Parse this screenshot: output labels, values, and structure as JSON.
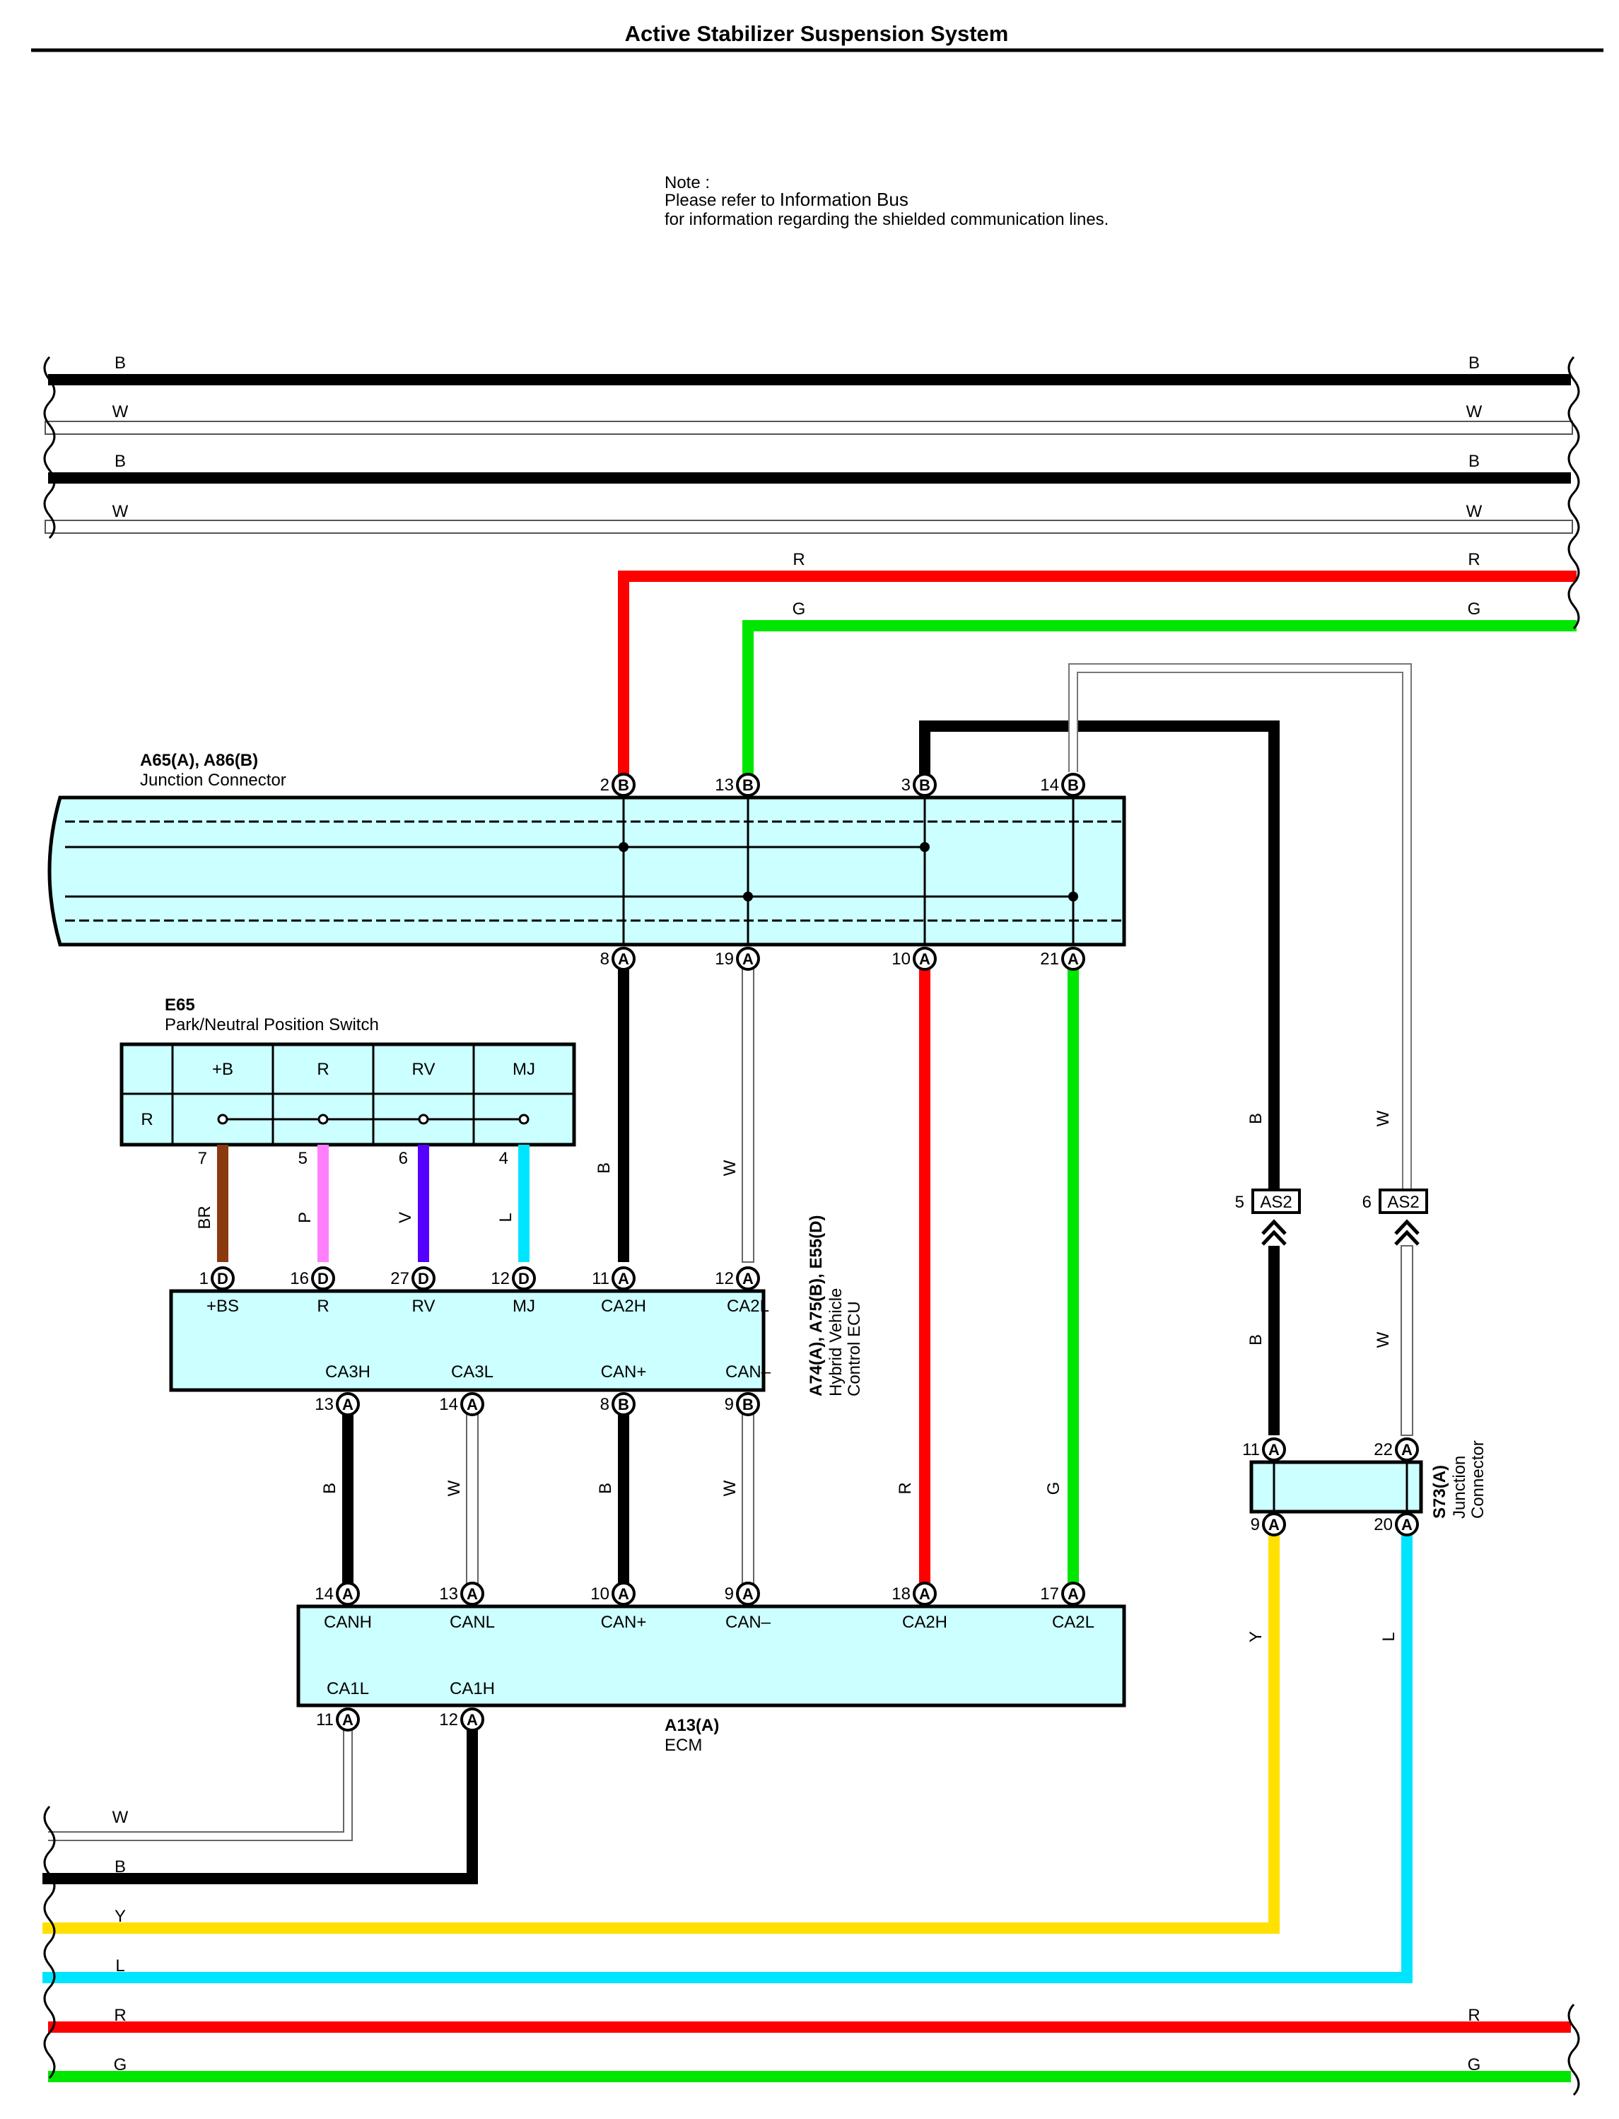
{
  "title": "Active Stabilizer Suspension System",
  "note": {
    "line1": "Note :",
    "line2_prefix": "Please refer to ",
    "line2_link": "Information Bus",
    "line3": "for information regarding the shielded communication lines."
  },
  "colors": {
    "B": "#000000",
    "W": "#ffffff",
    "R": "#ff0000",
    "G": "#00e600",
    "Y": "#ffe000",
    "L": "#00e5ff",
    "BR": "#8b3a0f",
    "P": "#ff7fff",
    "V": "#5500ff",
    "connector_fill": "#ccffff"
  },
  "top_wires": [
    "B",
    "W",
    "B",
    "W",
    "R",
    "G"
  ],
  "bottom_wires": [
    "W",
    "B",
    "Y",
    "L",
    "R",
    "G"
  ],
  "junction_connector": {
    "code": "A65(A), A86(B)",
    "name": "Junction Connector",
    "top_pins": [
      {
        "num": "2",
        "conn": "B"
      },
      {
        "num": "13",
        "conn": "B"
      },
      {
        "num": "3",
        "conn": "B"
      },
      {
        "num": "14",
        "conn": "B"
      }
    ],
    "bottom_pins": [
      {
        "num": "8",
        "conn": "A"
      },
      {
        "num": "19",
        "conn": "A"
      },
      {
        "num": "10",
        "conn": "A"
      },
      {
        "num": "21",
        "conn": "A"
      }
    ]
  },
  "pnp_switch": {
    "code": "E65",
    "name": "Park/Neutral Position Switch",
    "row_label": "R",
    "columns": [
      "+B",
      "R",
      "RV",
      "MJ"
    ],
    "pins": [
      {
        "num": "7",
        "wire": "BR"
      },
      {
        "num": "5",
        "wire": "P"
      },
      {
        "num": "6",
        "wire": "V"
      },
      {
        "num": "4",
        "wire": "L"
      }
    ]
  },
  "hv_ecu": {
    "code": "A74(A), A75(B), E55(D)",
    "name_line1": "Hybrid Vehicle",
    "name_line2": "Control ECU",
    "top_pins": [
      {
        "num": "1",
        "conn": "D",
        "label": "+BS"
      },
      {
        "num": "16",
        "conn": "D",
        "label": "R"
      },
      {
        "num": "27",
        "conn": "D",
        "label": "RV"
      },
      {
        "num": "12",
        "conn": "D",
        "label": "MJ"
      },
      {
        "num": "11",
        "conn": "A",
        "label": "CA2H"
      },
      {
        "num": "12",
        "conn": "A",
        "label": "CA2L"
      }
    ],
    "bottom_pins": [
      {
        "num": "13",
        "conn": "A",
        "label": "CA3H"
      },
      {
        "num": "14",
        "conn": "A",
        "label": "CA3L"
      },
      {
        "num": "8",
        "conn": "B",
        "label": "CAN+"
      },
      {
        "num": "9",
        "conn": "B",
        "label": "CAN–"
      }
    ]
  },
  "ecm": {
    "code": "A13(A)",
    "name": "ECM",
    "top_pins": [
      {
        "num": "14",
        "conn": "A",
        "label": "CANH"
      },
      {
        "num": "13",
        "conn": "A",
        "label": "CANL"
      },
      {
        "num": "10",
        "conn": "A",
        "label": "CAN+"
      },
      {
        "num": "9",
        "conn": "A",
        "label": "CAN–"
      },
      {
        "num": "18",
        "conn": "A",
        "label": "CA2H"
      },
      {
        "num": "17",
        "conn": "A",
        "label": "CA2L"
      }
    ],
    "bottom_pins": [
      {
        "num": "11",
        "conn": "A",
        "label": "CA1L"
      },
      {
        "num": "12",
        "conn": "A",
        "label": "CA1H"
      }
    ]
  },
  "as2": {
    "label": "AS2",
    "pins": [
      {
        "num": "5"
      },
      {
        "num": "6"
      }
    ]
  },
  "s73": {
    "code": "S73(A)",
    "name_line1": "Junction",
    "name_line2": "Connector",
    "top_pins": [
      {
        "num": "11",
        "conn": "A"
      },
      {
        "num": "22",
        "conn": "A"
      }
    ],
    "bottom_pins": [
      {
        "num": "9",
        "conn": "A"
      },
      {
        "num": "20",
        "conn": "A"
      }
    ]
  },
  "wire_labels": {
    "jc_to_hv_1": "B",
    "jc_to_hv_2": "W",
    "jc_to_ecm_1": "R",
    "jc_to_ecm_2": "G",
    "hv_to_ecm_1": "B",
    "hv_to_ecm_2": "W",
    "hv_to_ecm_3": "B",
    "hv_to_ecm_4": "W",
    "as2_top_1": "B",
    "as2_top_2": "W",
    "as2_bot_1": "B",
    "as2_bot_2": "W",
    "s73_out_1": "Y",
    "s73_out_2": "L"
  }
}
